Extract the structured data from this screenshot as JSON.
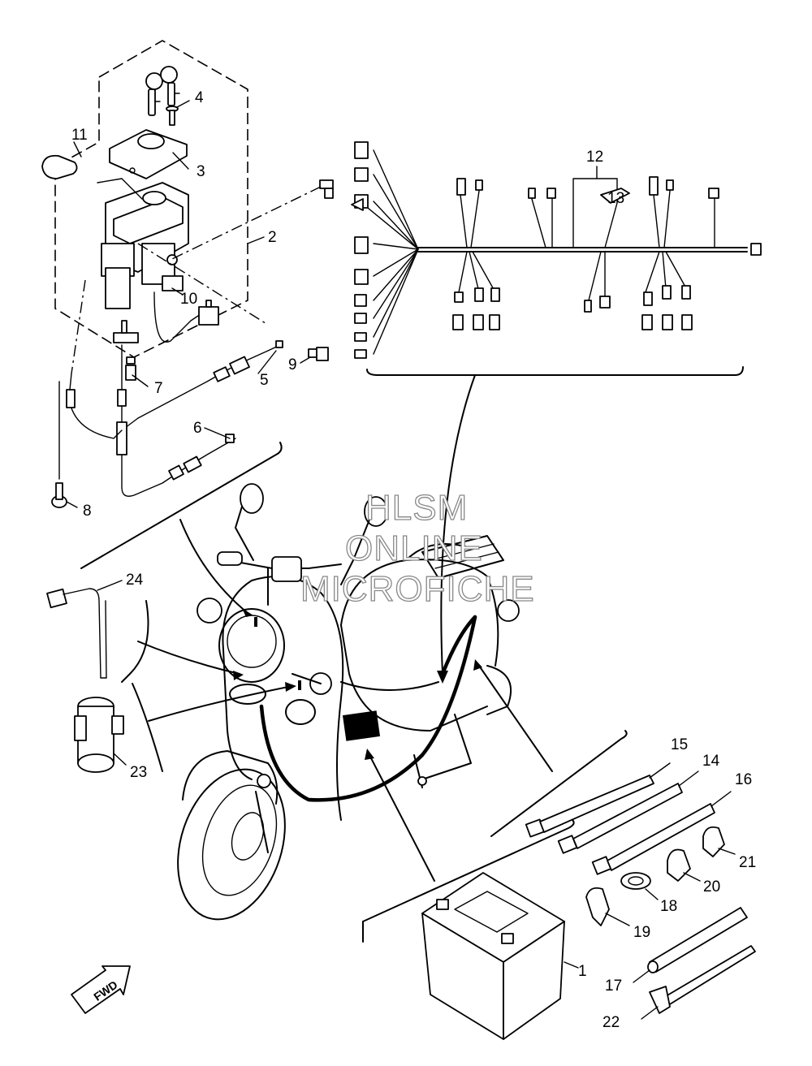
{
  "watermark": {
    "line1": "HLSM",
    "line2": "ONLINE",
    "line3": "MICROFICHE"
  },
  "direction_label": "FWD",
  "callouts": [
    {
      "id": "c1",
      "text": "1"
    },
    {
      "id": "c2",
      "text": "2"
    },
    {
      "id": "c3",
      "text": "3"
    },
    {
      "id": "c4",
      "text": "4"
    },
    {
      "id": "c5",
      "text": "5"
    },
    {
      "id": "c6",
      "text": "6"
    },
    {
      "id": "c7",
      "text": "7"
    },
    {
      "id": "c8",
      "text": "8"
    },
    {
      "id": "c9",
      "text": "9"
    },
    {
      "id": "c10",
      "text": "10"
    },
    {
      "id": "c11",
      "text": "11"
    },
    {
      "id": "c12",
      "text": "12"
    },
    {
      "id": "c13",
      "text": "13"
    },
    {
      "id": "c14",
      "text": "14"
    },
    {
      "id": "c15",
      "text": "15"
    },
    {
      "id": "c16",
      "text": "16"
    },
    {
      "id": "c17",
      "text": "17"
    },
    {
      "id": "c18",
      "text": "18"
    },
    {
      "id": "c19",
      "text": "19"
    },
    {
      "id": "c20",
      "text": "20"
    },
    {
      "id": "c21",
      "text": "21"
    },
    {
      "id": "c22",
      "text": "22"
    },
    {
      "id": "c23",
      "text": "23"
    },
    {
      "id": "c24",
      "text": "24"
    }
  ]
}
